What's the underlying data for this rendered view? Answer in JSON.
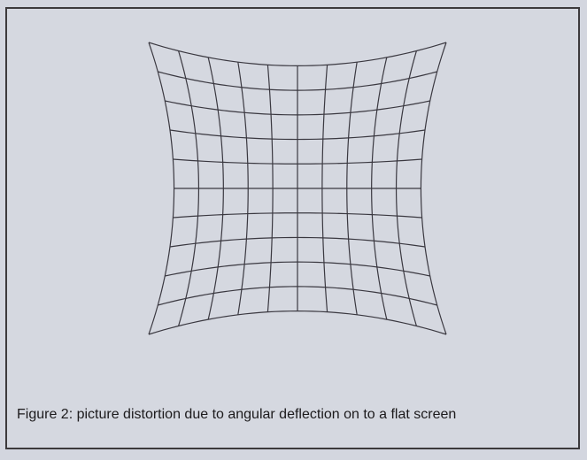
{
  "figure": {
    "caption": "Figure 2: picture distortion due to angular deflection on to a flat screen",
    "grid": {
      "rows": 10,
      "columns": 10,
      "distortion": "pincushion"
    }
  },
  "colors": {
    "background": "#d5d8e0",
    "border": "#3c3a3c",
    "grid_line": "#3a3840",
    "caption_text": "#1c1a1c"
  }
}
